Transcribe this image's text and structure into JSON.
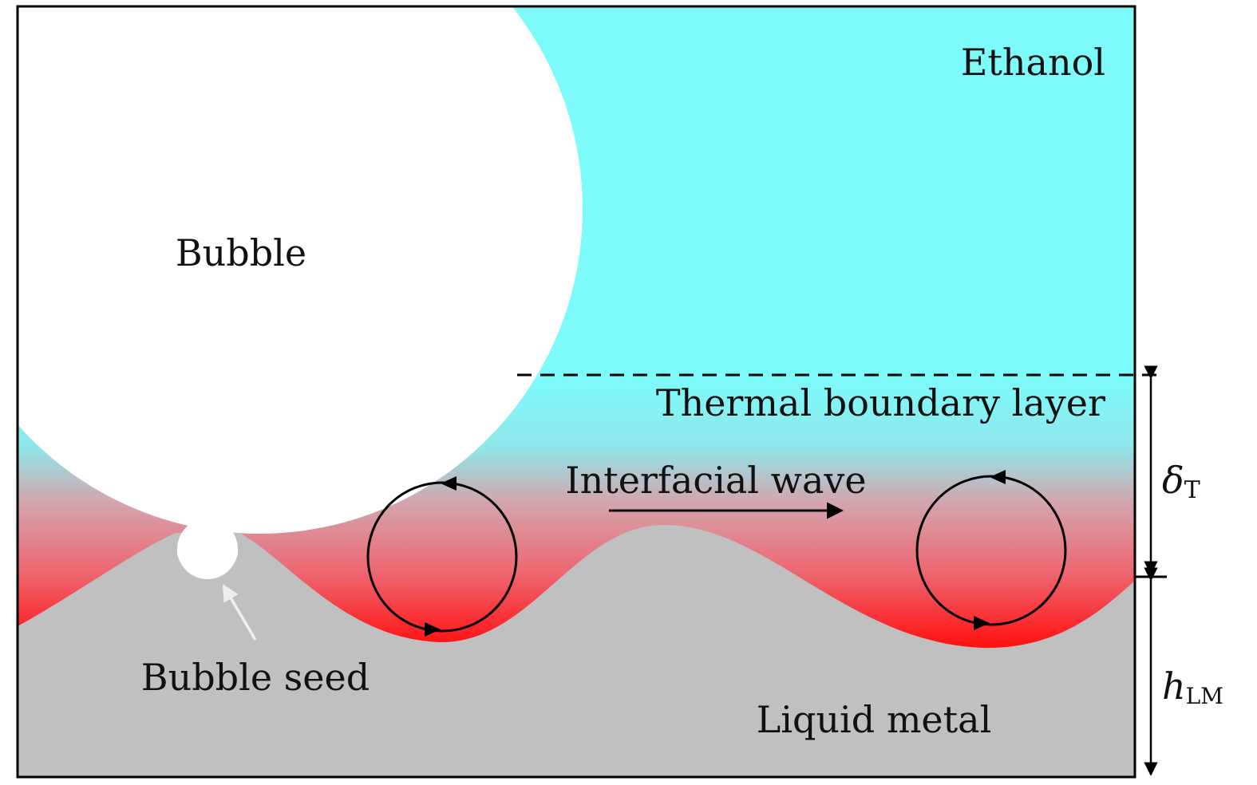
{
  "labels": {
    "ethanol": "Ethanol",
    "bubble": "Bubble",
    "thermal_layer": "Thermal boundary layer",
    "interfacial_wave": "Interfacial wave",
    "bubble_seed": "Bubble seed",
    "liquid_metal": "Liquid metal"
  },
  "dimensions": {
    "delta_symbol": "δ",
    "delta_subscript": "T",
    "h_symbol": "h",
    "h_subscript": "LM"
  },
  "colors": {
    "ethanol": "#7dfbfb",
    "boundary_mid": "#d4a5ae",
    "hot_interface": "#ff1414",
    "liquid_metal": "#c0c0c0",
    "bubble": "#ffffff",
    "outline": "#000000"
  }
}
